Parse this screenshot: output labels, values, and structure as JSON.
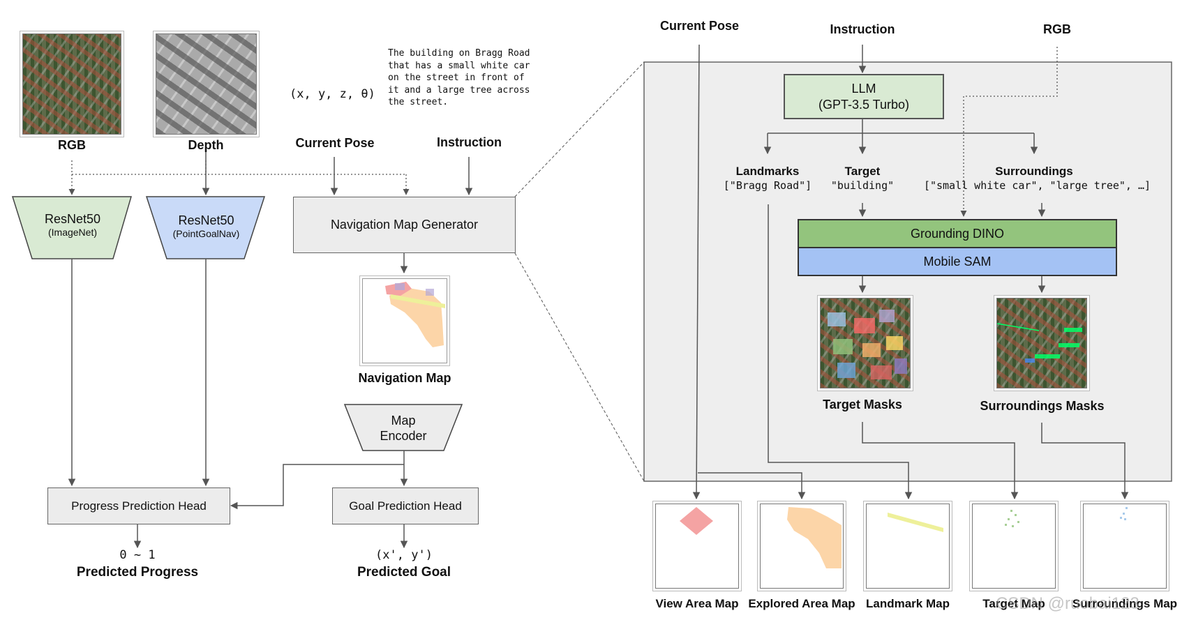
{
  "inputs": {
    "rgb_label": "RGB",
    "depth_label": "Depth",
    "current_pose_label": "Current Pose",
    "instruction_label": "Instruction",
    "pose_text": "(x, y, z, θ)",
    "instruction_text": [
      "The building on Bragg Road",
      "that has a small white car",
      "on the street in front of",
      "it and a large tree across",
      "the street."
    ]
  },
  "encoders": {
    "rgb_title": "ResNet50",
    "rgb_sub": "(ImageNet)",
    "depth_title": "ResNet50",
    "depth_sub": "(PointGoalNav)"
  },
  "nav": {
    "generator": "Navigation Map Generator",
    "map_label": "Navigation Map",
    "encoder": [
      "Map",
      "Encoder"
    ],
    "progress_head": "Progress Prediction Head",
    "goal_head": "Goal Prediction Head",
    "progress_range": "0 ~ 1",
    "progress_label": "Predicted Progress",
    "goal_coords": "(x', y')",
    "goal_label": "Predicted Goal"
  },
  "detail": {
    "current_pose_label": "Current Pose",
    "instruction_label": "Instruction",
    "rgb_label": "RGB",
    "llm": [
      "LLM",
      "(GPT-3.5 Turbo)"
    ],
    "landmarks_label": "Landmarks",
    "landmarks_value": "[\"Bragg Road\"]",
    "target_label": "Target",
    "target_value": "\"building\"",
    "surroundings_label": "Surroundings",
    "surroundings_value": "[\"small white car\", \"large tree\", …]",
    "grounding": "Grounding DINO",
    "sam": "Mobile SAM",
    "target_masks": "Target Masks",
    "surroundings_masks": "Surroundings Masks"
  },
  "outputs": [
    "View Area Map",
    "Explored Area Map",
    "Landmark Map",
    "Target Map",
    "Surroundings Map"
  ],
  "watermark": "CSDN @ruobai123",
  "colors": {
    "green_fill": "#d9ead3",
    "green_stroke": "#6a8759",
    "blue_fill": "#c9daf8",
    "blue_stroke": "#3c5a99",
    "grounding_fill": "#93c47d",
    "sam_fill": "#a4c2f4",
    "view_area": "#f4a3a3",
    "explored_area": "#fcd5a8",
    "landmark": "#eef09a"
  }
}
